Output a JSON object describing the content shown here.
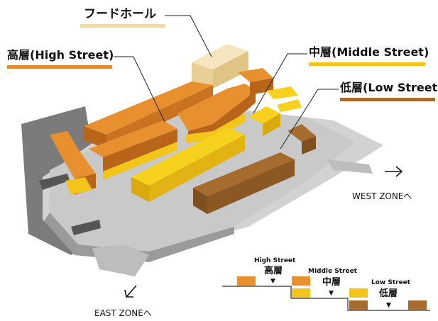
{
  "labels": {
    "food_hall": "フードホール",
    "high": "高層(High Street)",
    "middle": "中層(Middle Street)",
    "low": "低層(Low Street)"
  },
  "zones": {
    "west": "WEST ZONEへ",
    "east": "EAST ZONEへ"
  },
  "legend": {
    "high_en": "High Street",
    "high_jp": "高層",
    "middle_en": "Middle Street",
    "middle_jp": "中層",
    "low_en": "Low Street",
    "low_jp": "低層",
    "marker": "▼"
  },
  "colors": {
    "food_hall": "#f0d9a6",
    "high": "#e58a2b",
    "middle": "#f3c419",
    "low": "#a66b2e",
    "ground": "#d5d5d5",
    "ground_dark": "#7b7b7b",
    "pavement": "#bdbdbd"
  }
}
